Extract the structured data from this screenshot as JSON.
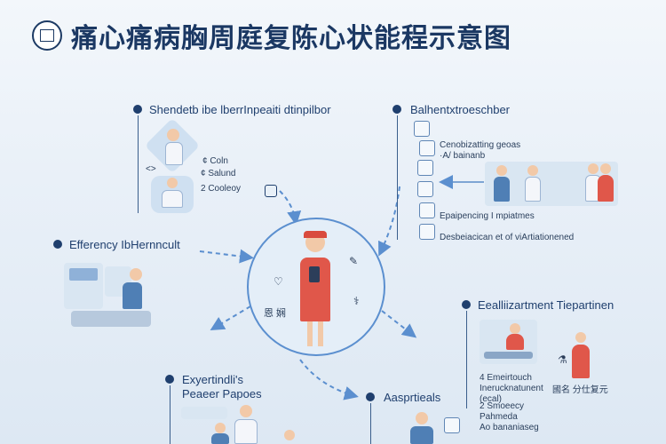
{
  "title": "痛心痛病胸周庭复陈心状能程示意图",
  "hub_label": "恩 娴",
  "sections": {
    "top_left": {
      "heading": "Shendetb ibe lberrInpeaiti dtinpilbor",
      "items": [
        "¢ Coln",
        "¢ Salund",
        "2 Cooleoy"
      ]
    },
    "top_right": {
      "heading": "Balhentxtroeschber",
      "items": [
        "Cenobizatting geoas",
        "·A/ bainanb",
        "Epaipencing I mpiatmes",
        "Desbeiacican et of viArtiationened"
      ]
    },
    "mid_left": {
      "heading": "Efferency IbHernncult"
    },
    "mid_right": {
      "heading": "Eealliizartment Tiepartinen",
      "items": [
        "4 Emeirtouch Inerucknatunent (ecal)",
        "2 Smoeecy Pahmeda",
        "Ao bananiaseg"
      ],
      "caption": "國名 分仕复元"
    },
    "bottom_left": {
      "heading": "Exyertindli's",
      "subheading": "Peaeer Papoes"
    },
    "bottom_mid": {
      "heading": "Aasprtieals"
    }
  },
  "colors": {
    "navy": "#1c3a64",
    "accent_red": "#e0574a",
    "arrow_blue": "#5b8fcf"
  }
}
